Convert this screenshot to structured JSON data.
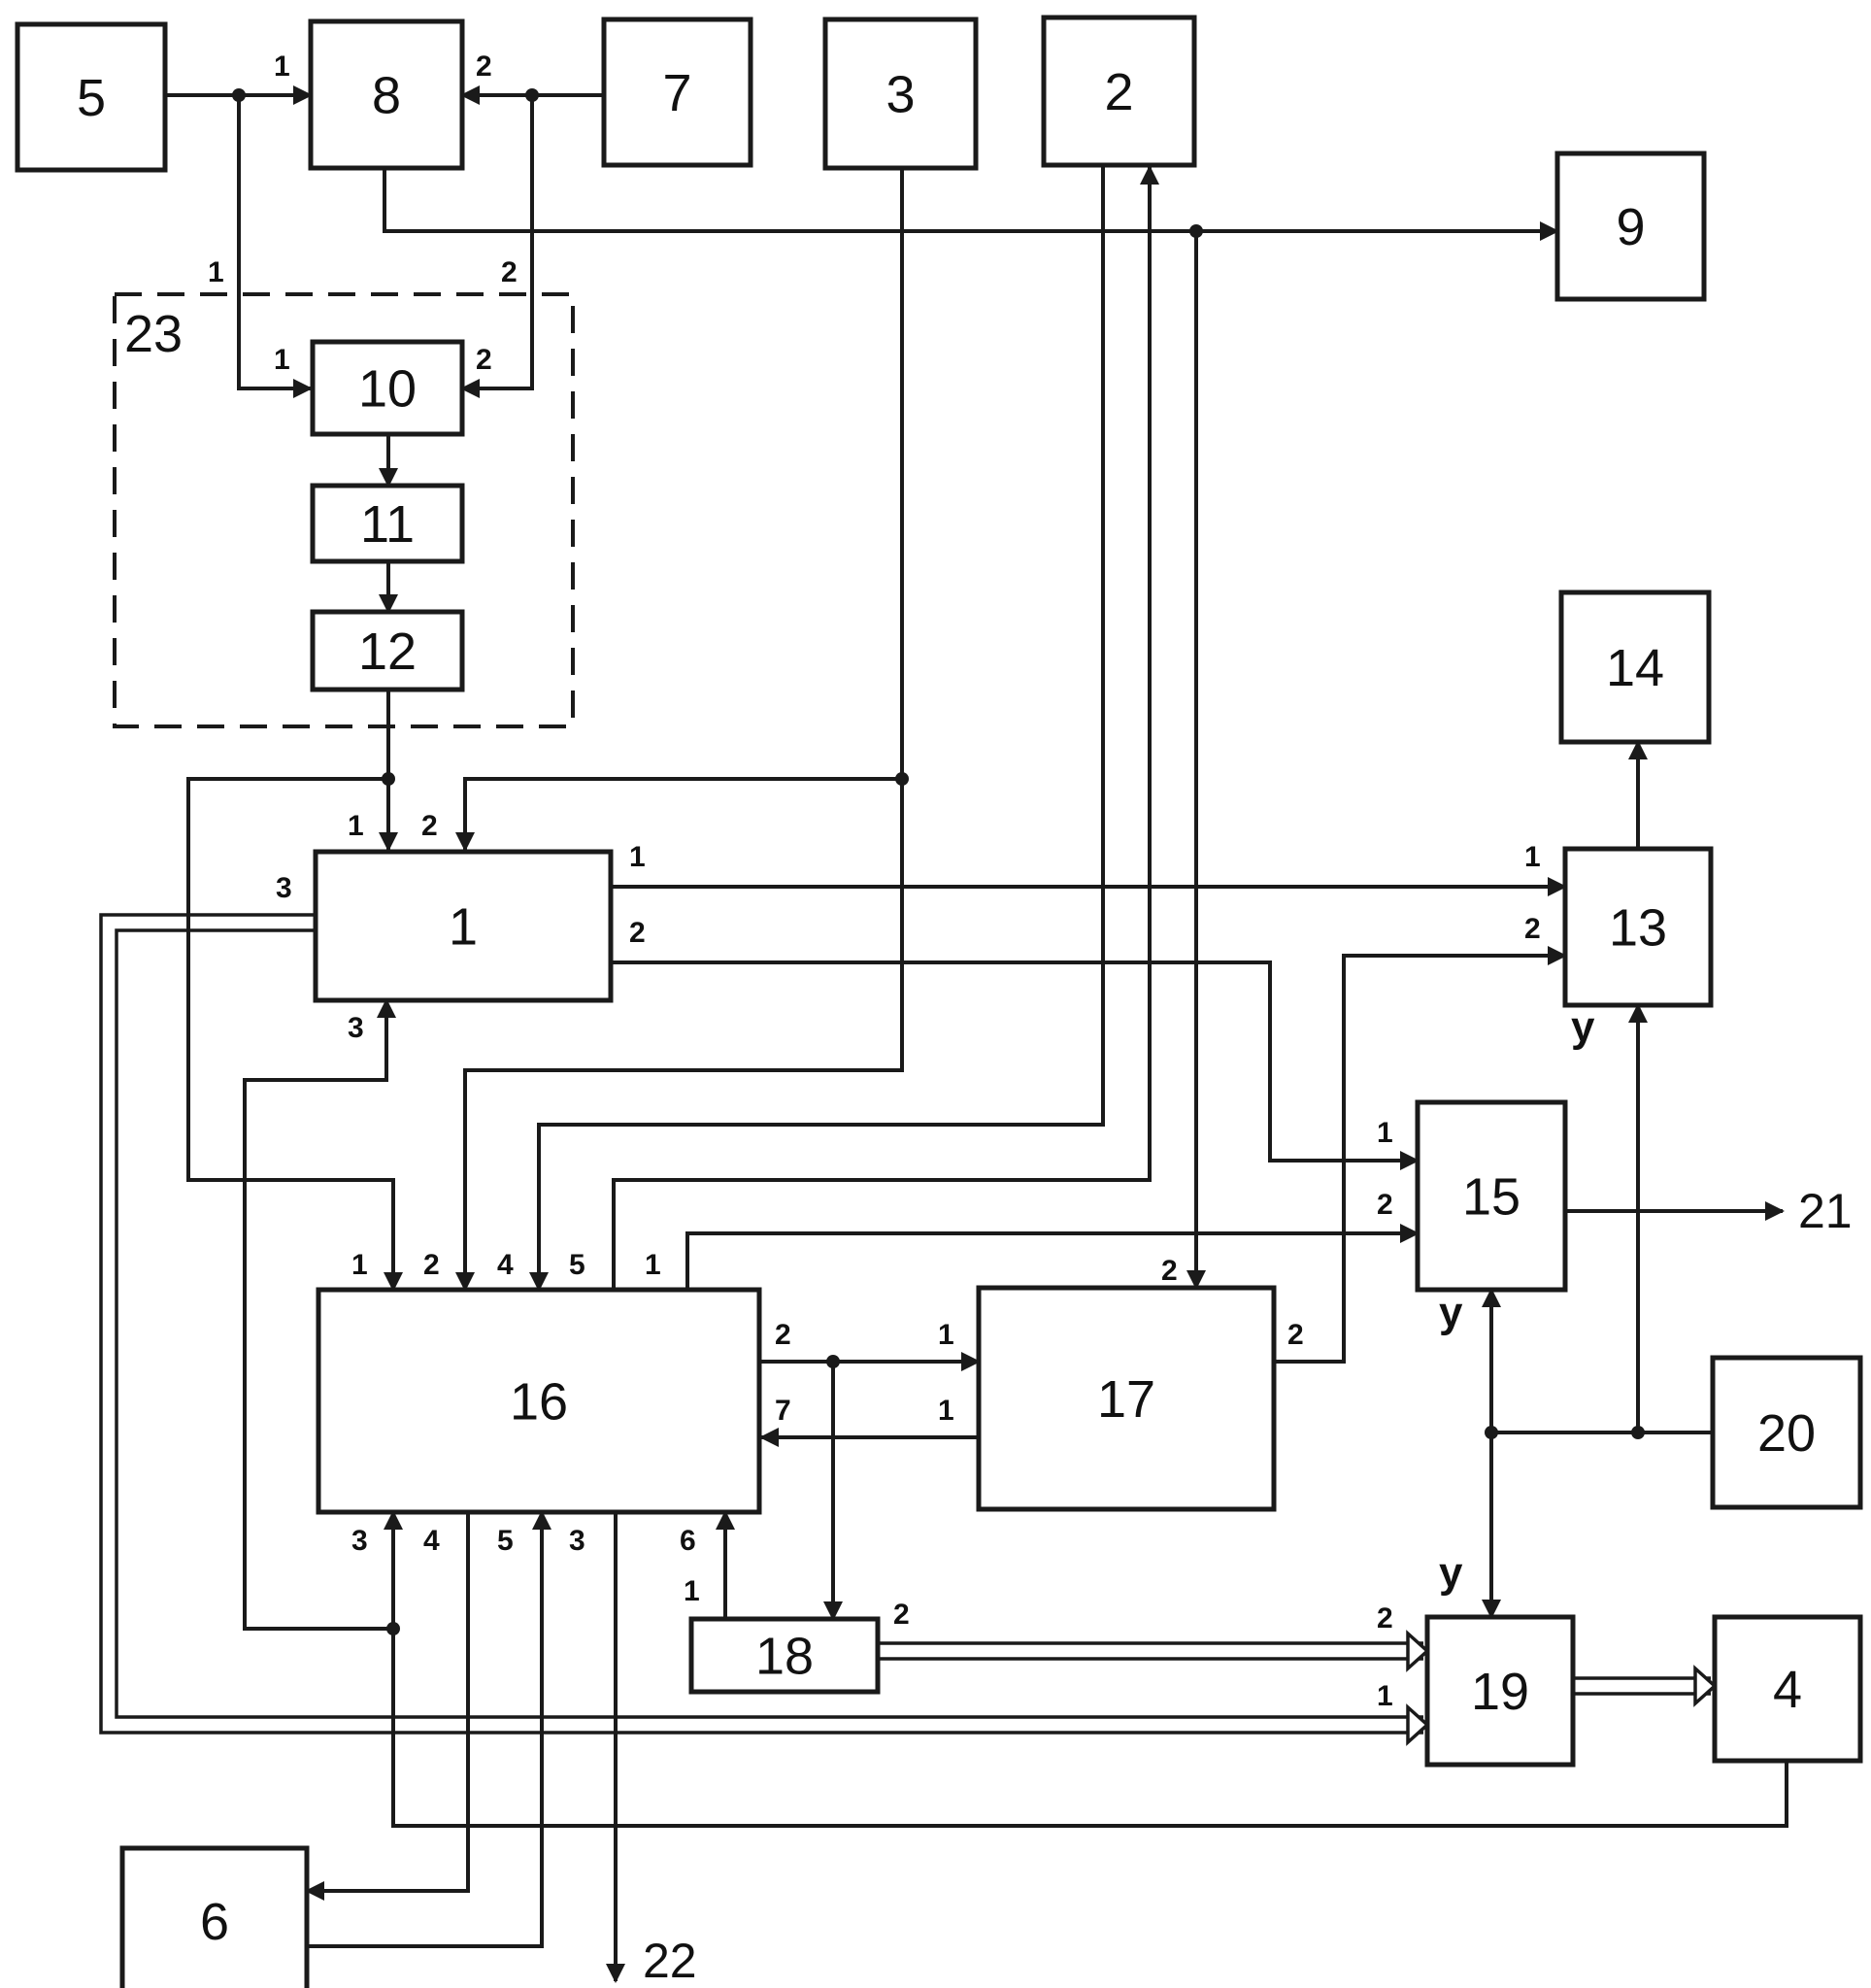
{
  "blocks": [
    {
      "id": "5",
      "label": "5"
    },
    {
      "id": "8",
      "label": "8"
    },
    {
      "id": "7",
      "label": "7"
    },
    {
      "id": "3",
      "label": "3"
    },
    {
      "id": "2",
      "label": "2"
    },
    {
      "id": "9",
      "label": "9"
    },
    {
      "id": "10",
      "label": "10"
    },
    {
      "id": "11",
      "label": "11"
    },
    {
      "id": "12",
      "label": "12"
    },
    {
      "id": "14",
      "label": "14"
    },
    {
      "id": "1",
      "label": "1"
    },
    {
      "id": "13",
      "label": "13"
    },
    {
      "id": "15",
      "label": "15"
    },
    {
      "id": "16",
      "label": "16"
    },
    {
      "id": "17",
      "label": "17"
    },
    {
      "id": "20",
      "label": "20"
    },
    {
      "id": "18",
      "label": "18"
    },
    {
      "id": "19",
      "label": "19"
    },
    {
      "id": "4",
      "label": "4"
    },
    {
      "id": "6",
      "label": "6"
    }
  ],
  "group": {
    "label": "23"
  },
  "outputs": [
    {
      "id": "21",
      "label": "21"
    },
    {
      "id": "22",
      "label": "22"
    }
  ],
  "ports": [
    {
      "id": "p8-1",
      "text": "1"
    },
    {
      "id": "p8-2",
      "text": "2"
    },
    {
      "id": "pg-1",
      "text": "1"
    },
    {
      "id": "pg-2",
      "text": "2"
    },
    {
      "id": "p10-1",
      "text": "1"
    },
    {
      "id": "p10-2",
      "text": "2"
    },
    {
      "id": "p1-in1",
      "text": "1"
    },
    {
      "id": "p1-in2",
      "text": "2"
    },
    {
      "id": "p1-in3",
      "text": "3"
    },
    {
      "id": "p1-out3",
      "text": "3"
    },
    {
      "id": "p1-out1",
      "text": "1"
    },
    {
      "id": "p1-out2",
      "text": "2"
    },
    {
      "id": "p13-1",
      "text": "1"
    },
    {
      "id": "p13-2",
      "text": "2"
    },
    {
      "id": "p13-y",
      "text": "y"
    },
    {
      "id": "p15-1",
      "text": "1"
    },
    {
      "id": "p15-2",
      "text": "2"
    },
    {
      "id": "p15-y",
      "text": "y"
    },
    {
      "id": "p16-1",
      "text": "1"
    },
    {
      "id": "p16-2",
      "text": "2"
    },
    {
      "id": "p16-4",
      "text": "4"
    },
    {
      "id": "p16-5",
      "text": "5"
    },
    {
      "id": "p16-o1",
      "text": "1"
    },
    {
      "id": "p16-o2",
      "text": "2"
    },
    {
      "id": "p16-7",
      "text": "7"
    },
    {
      "id": "p16-b3",
      "text": "3"
    },
    {
      "id": "p16-b4",
      "text": "4"
    },
    {
      "id": "p16-b5",
      "text": "5"
    },
    {
      "id": "p16-b3b",
      "text": "3"
    },
    {
      "id": "p16-6",
      "text": "6"
    },
    {
      "id": "p17-1a",
      "text": "1"
    },
    {
      "id": "p17-1b",
      "text": "1"
    },
    {
      "id": "p17-2",
      "text": "2"
    },
    {
      "id": "p17-o2",
      "text": "2"
    },
    {
      "id": "p18-1",
      "text": "1"
    },
    {
      "id": "p18-2",
      "text": "2"
    },
    {
      "id": "p19-y",
      "text": "y"
    },
    {
      "id": "p19-2",
      "text": "2"
    },
    {
      "id": "p19-1",
      "text": "1"
    }
  ]
}
